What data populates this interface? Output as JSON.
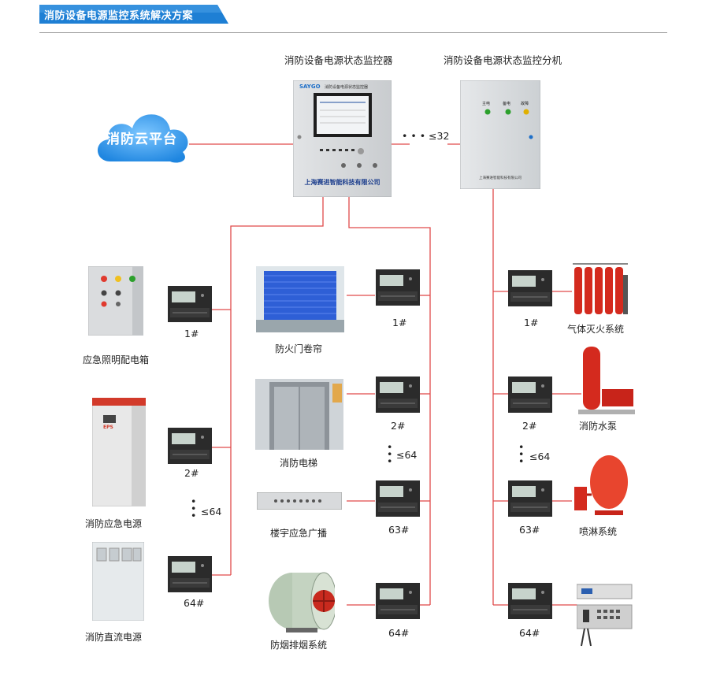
{
  "header": {
    "title": "消防设备电源监控系统解决方案"
  },
  "devices": {
    "monitor": "消防设备电源状态监控器",
    "monitor_screen_title": "消防设备电源状态监控器",
    "monitor_brand": "SAYGO",
    "monitor_company": "上海赛进智能科技有限公司",
    "submonitor": "消防设备电源状态监控分机",
    "submonitor_lamp_labels": [
      "主电",
      "备电",
      "故障"
    ],
    "submonitor_company": "上海赛进智能科技有限公司",
    "cloud": "消防云平台",
    "link_count": "• • •  ≤32"
  },
  "left_column": {
    "items": [
      {
        "name": "应急照明配电箱",
        "module": "1#"
      },
      {
        "name": "消防应急电源",
        "module": "2#",
        "badge": "EPS"
      },
      {
        "name": "消防直流电源",
        "module": "64#"
      }
    ],
    "range": "≤64"
  },
  "middle_column": {
    "items": [
      {
        "name": "防火门卷帘",
        "module": "1#"
      },
      {
        "name": "消防电梯",
        "module": "2#"
      },
      {
        "name": "楼宇应急广播",
        "module": "63#"
      },
      {
        "name": "防烟排烟系统",
        "module": "64#"
      }
    ],
    "range": "≤64"
  },
  "right_column": {
    "items": [
      {
        "name": "气体灭火系统",
        "module": "1#"
      },
      {
        "name": "消防水泵",
        "module": "2#"
      },
      {
        "name": "喷淋系统",
        "module": "63#"
      },
      {
        "name": "",
        "module": "64#"
      }
    ],
    "range": "≤64"
  },
  "colors": {
    "wire": "#e04a4a",
    "banner": "#1e7fd4",
    "cloud": "#2e9bf0"
  }
}
